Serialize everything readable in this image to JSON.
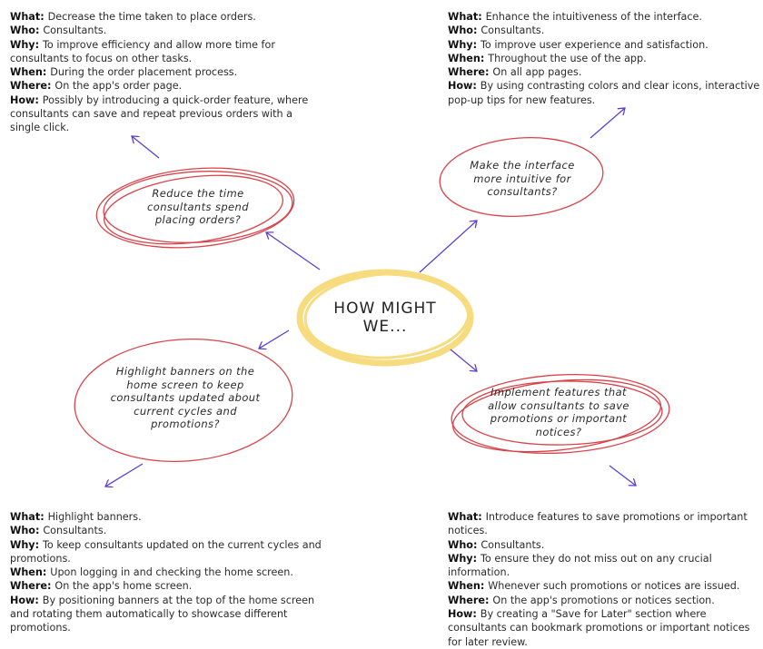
{
  "labels": {
    "what": "What:",
    "who": "Who:",
    "why": "Why:",
    "when": "When:",
    "where": "Where:",
    "how": "How:"
  },
  "center": {
    "line1": "HOW MIGHT",
    "line2": "WE..."
  },
  "bubbles": {
    "reduce": [
      "Reduce the time",
      "consultants spend",
      "placing orders?"
    ],
    "intuitive": [
      "Make the interface",
      "more intuitive for",
      "consultants?"
    ],
    "banners": [
      "Highlight banners on the",
      "home screen to keep",
      "consultants updated about",
      "current cycles and",
      "promotions?"
    ],
    "features": [
      "Implement features that",
      "allow consultants to save",
      "promotions or important",
      "notices?"
    ]
  },
  "notes": {
    "top_left": {
      "what": "Decrease the time taken to place orders.",
      "who": "Consultants.",
      "why": "To improve efficiency and allow more time for consultants to focus on other tasks.",
      "when": "During the order placement process.",
      "where": "On the app's order page.",
      "how": "Possibly by introducing a quick-order feature, where consultants can save and repeat previous orders with a single click."
    },
    "top_right": {
      "what": "Enhance the intuitiveness of the interface.",
      "who": "Consultants.",
      "why": "To improve user experience and satisfaction.",
      "when": "Throughout the use of the app.",
      "where": "On all app pages.",
      "how": "By using contrasting colors and clear icons, interactive pop-up tips for new features."
    },
    "bottom_left": {
      "what": "Highlight banners.",
      "who": "Consultants.",
      "why": "To keep consultants updated on the current cycles and promotions.",
      "when": "Upon logging in and checking the home screen.",
      "where": "On the app's home screen.",
      "how": "By positioning banners at the top of the home screen and rotating them automatically to showcase different promotions."
    },
    "bottom_right": {
      "what": "Introduce features to save promotions or important notices.",
      "who": "Consultants.",
      "why": "To ensure they do not miss out on any crucial information.",
      "when": "Whenever such promotions or notices are issued.",
      "where": "On the app's promotions or notices section.",
      "how": "By creating a \"Save for Later\" section where consultants can bookmark promotions or important notices for later review."
    }
  },
  "colors": {
    "bubble_stroke": "#d9434a",
    "center_stroke": "#f6dc7e",
    "arrow": "#5b3fd3"
  }
}
